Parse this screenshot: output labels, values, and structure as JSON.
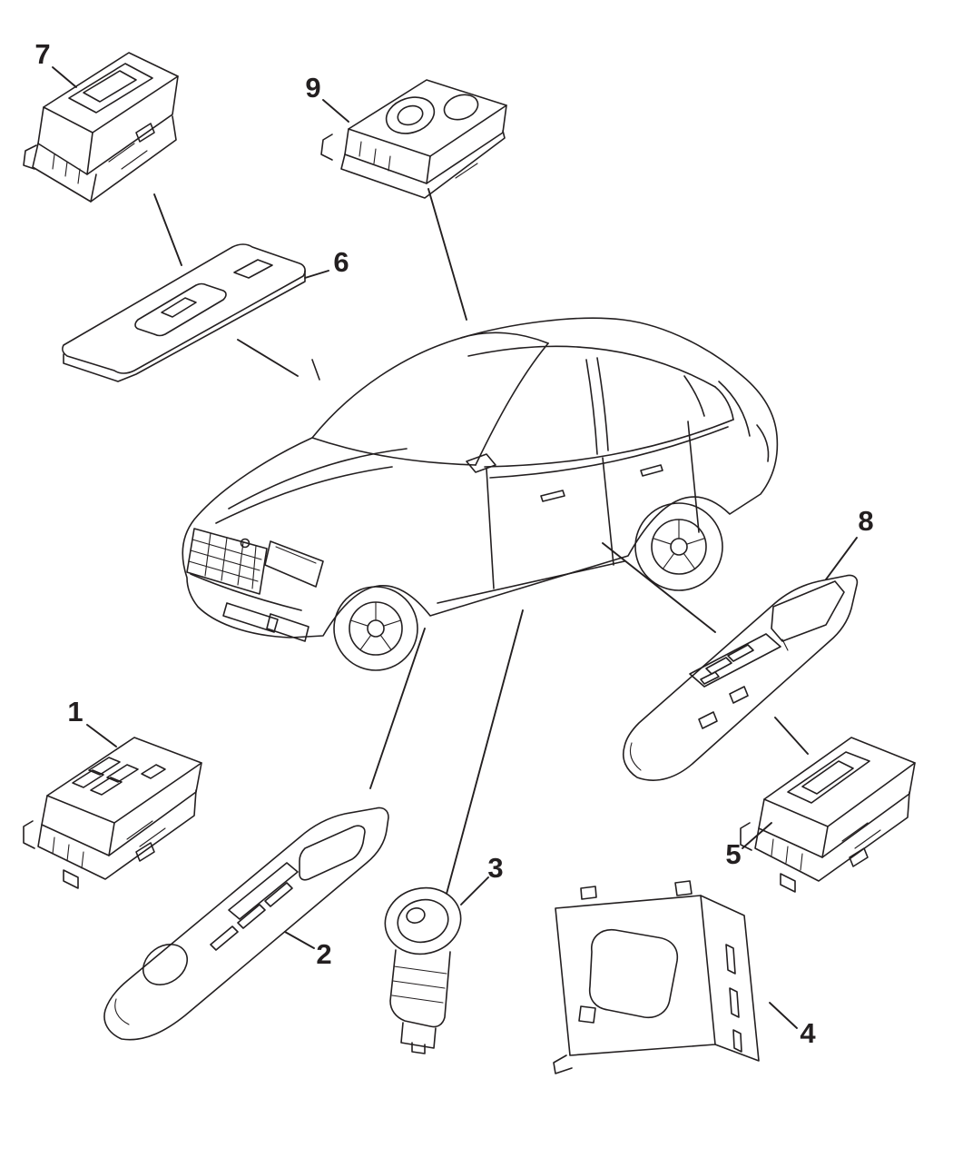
{
  "diagram": {
    "background_color": "#ffffff",
    "line_color": "#231f20",
    "vehicle": "sedan-three-quarter-front-left-view",
    "callouts": [
      {
        "label": "1",
        "part": "master-window-switch"
      },
      {
        "label": "2",
        "part": "front-door-switch-bezel"
      },
      {
        "label": "3",
        "part": "power-mirror-switch"
      },
      {
        "label": "4",
        "part": "switch-mounting-bracket"
      },
      {
        "label": "5",
        "part": "passenger-window-switch"
      },
      {
        "label": "6",
        "part": "window-switch-bezel"
      },
      {
        "label": "7",
        "part": "window-switch-assembly"
      },
      {
        "label": "8",
        "part": "rear-door-trim-bezel"
      },
      {
        "label": "9",
        "part": "single-window-switch"
      }
    ]
  }
}
